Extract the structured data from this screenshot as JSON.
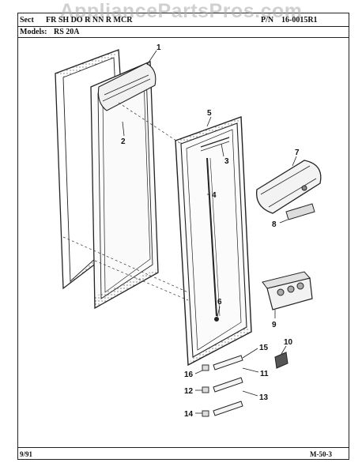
{
  "header": {
    "section_label": "Sect",
    "section_value": "FR  SH  DO  R  NN  R  MCR",
    "part_label": "P/N",
    "part_value": "16-0015R1",
    "models_label": "Models:",
    "models_value": "RS  20A"
  },
  "watermark": "AppliancePartsPros.com",
  "footer": {
    "date": "9/91",
    "page_code": "M-50-3"
  },
  "callouts": [
    "1",
    "2",
    "3",
    "4",
    "5",
    "6",
    "7",
    "8",
    "9",
    "10",
    "11",
    "12",
    "13",
    "14",
    "15",
    "16"
  ]
}
